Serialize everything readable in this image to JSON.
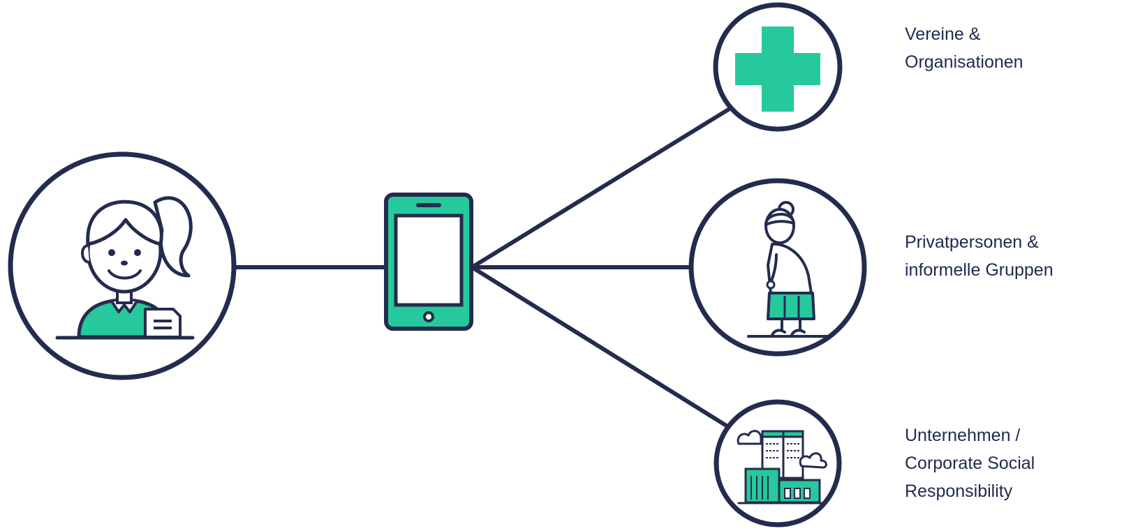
{
  "colors": {
    "navy": "#232c4f",
    "green": "#26c99b",
    "white": "#ffffff"
  },
  "nodes": {
    "user": {
      "icon": "woman-with-document-icon"
    },
    "device": {
      "icon": "smartphone-icon"
    },
    "targets": [
      {
        "icon": "medical-cross-icon",
        "lines": [
          "Vereine &",
          "Organisationen"
        ]
      },
      {
        "icon": "elderly-person-icon",
        "lines": [
          "Privatpersonen &",
          "informelle Gruppen"
        ]
      },
      {
        "icon": "office-buildings-icon",
        "lines": [
          "Unternehmen /",
          "Corporate Social",
          "Responsibility"
        ]
      }
    ]
  }
}
